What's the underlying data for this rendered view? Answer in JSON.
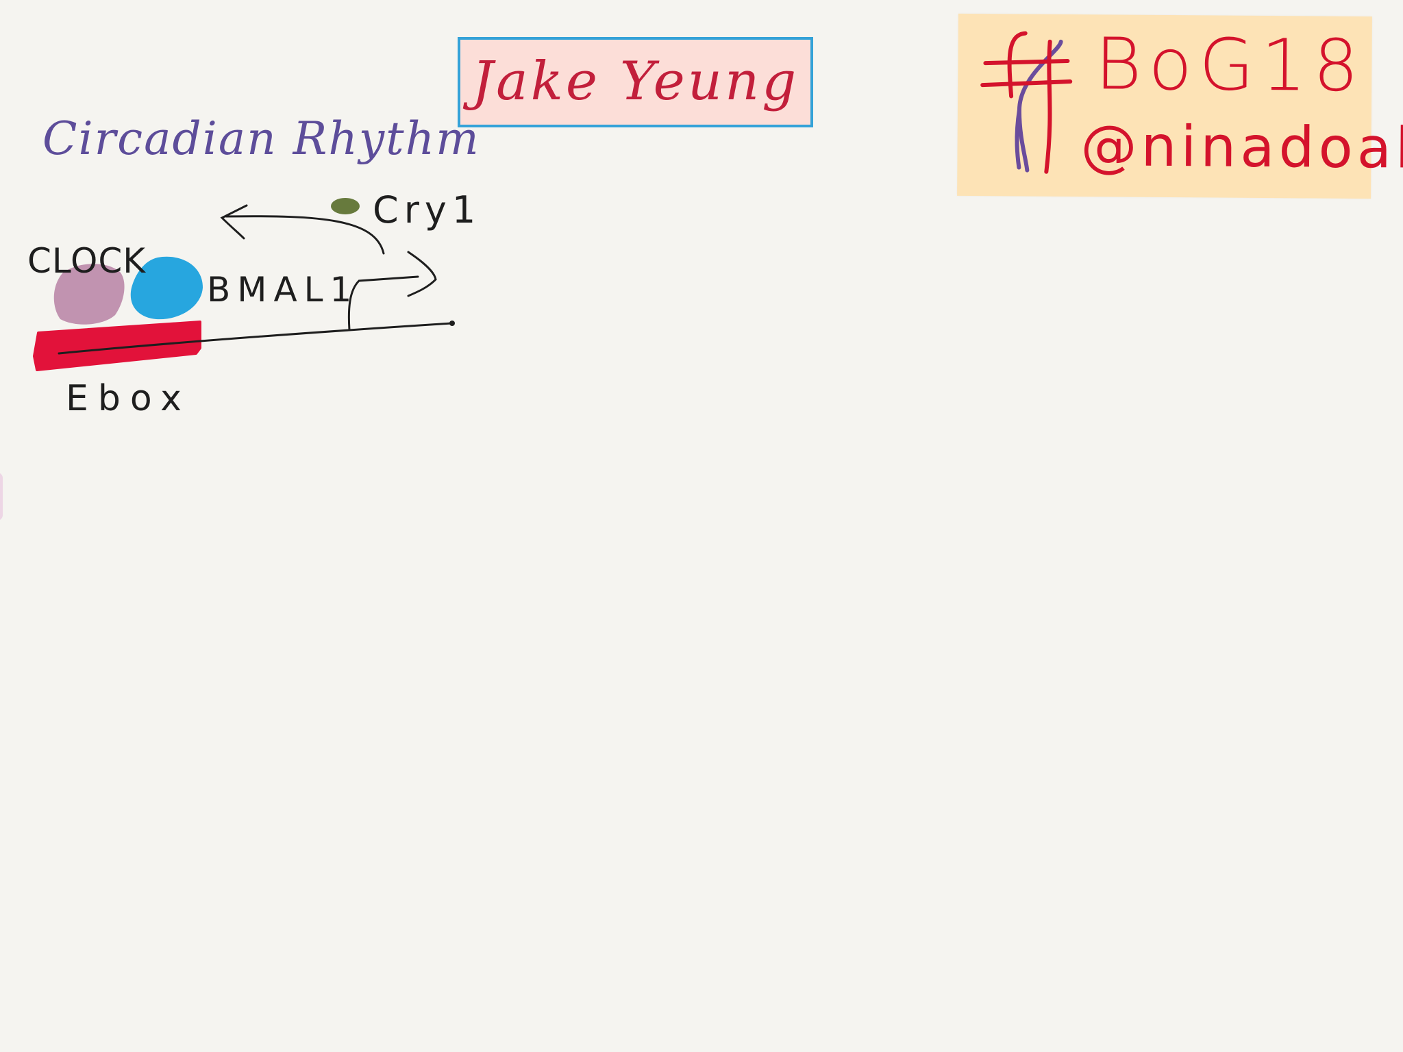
{
  "speaker": {
    "name": "Jake Yeung",
    "box_fill": "#fcded8",
    "border_color": "#34a2d8",
    "text_color": "#c21f3b"
  },
  "tag_note": {
    "hashtag": "BoG18",
    "handle": "@ninadoak",
    "note_color": "#fde3b6",
    "text_color": "#d4132c",
    "hash_symbol_color": "#6a4c9c"
  },
  "topic": {
    "title": "Circadian Rhythm",
    "color": "#5d4d9a"
  },
  "diagram": {
    "labels": {
      "clock": "CLOCK",
      "bmal1": "BMAL1",
      "cry1": "Cry1",
      "ebox": "Ebox"
    },
    "colors": {
      "clock_blob": "#c193b0",
      "bmal1_blob": "#27a6df",
      "cry1_dot": "#677a3d",
      "ebox_bar": "#e2123a",
      "ink": "#1e1e1e"
    },
    "icons": [
      "transcription-start-arrow-icon",
      "feedback-arrow-icon"
    ]
  }
}
